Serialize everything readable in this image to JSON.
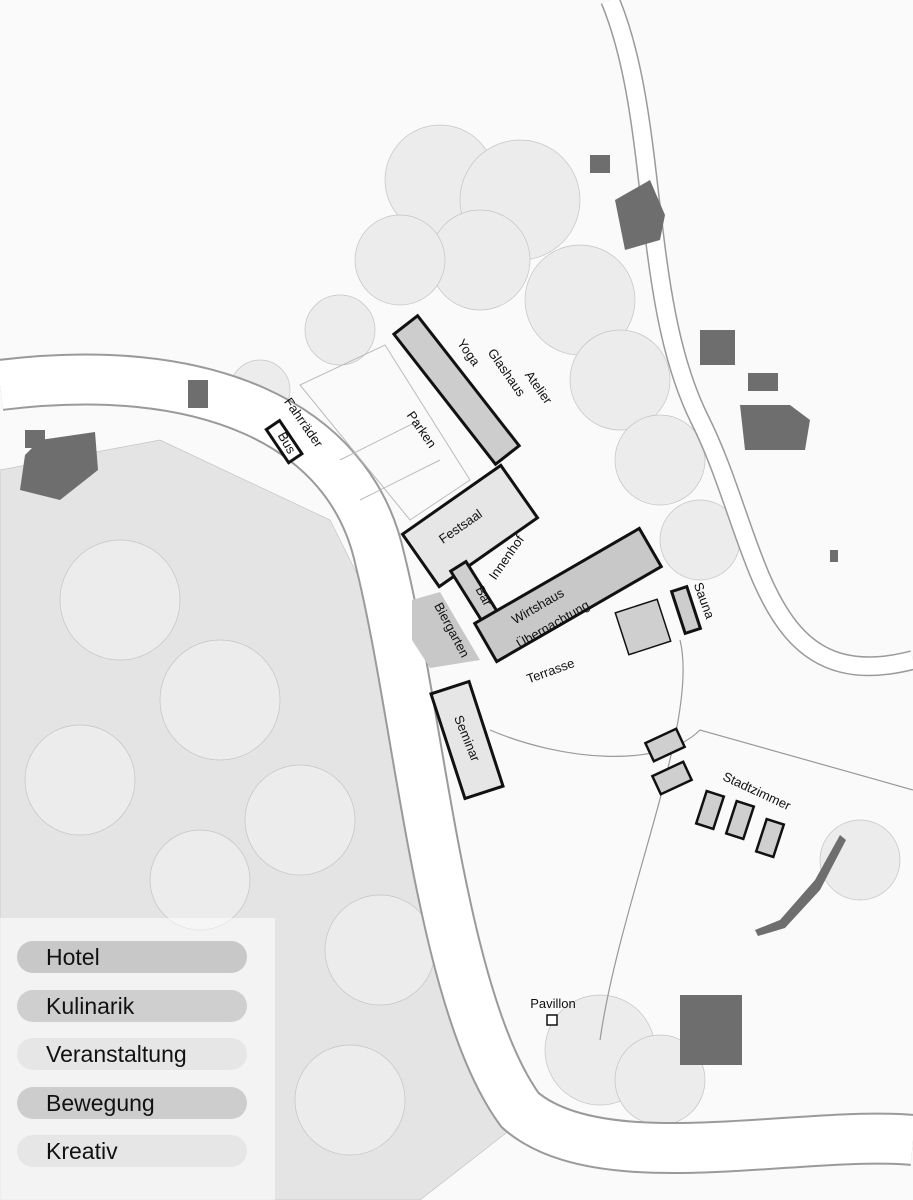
{
  "legend": {
    "items": [
      {
        "label": "Hotel",
        "color": "#c8c8c8"
      },
      {
        "label": "Kulinarik",
        "color": "#cfcfcf"
      },
      {
        "label": "Veranstaltung",
        "color": "#e6e6e6"
      },
      {
        "label": "Bewegung",
        "color": "#cdcdcd"
      },
      {
        "label": "Kreativ",
        "color": "#e6e6e6"
      }
    ]
  },
  "labels": {
    "yoga": "Yoga",
    "glashaus": "Glashaus",
    "atelier": "Atelier",
    "fahrraeder": "Fahrräder",
    "bus": "Bus",
    "parken": "Parken",
    "festsaal": "Festsaal",
    "innenhof": "Innenhof",
    "bar": "Bar",
    "biergarten": "Biergarten",
    "wirtshaus": "Wirtshaus",
    "uebernachtung": "Übernachtung",
    "terrasse": "Terrasse",
    "sauna": "Sauna",
    "seminar": "Seminar",
    "stadtzimmer": "Stadtzimmer",
    "pavillon": "Pavillon"
  },
  "colors": {
    "building_dark": "#6e6e6e",
    "building_fill": "#cfcfcf",
    "building_light": "#e6e6e6",
    "tree": "#d8d8d8",
    "road": "#ffffff"
  }
}
